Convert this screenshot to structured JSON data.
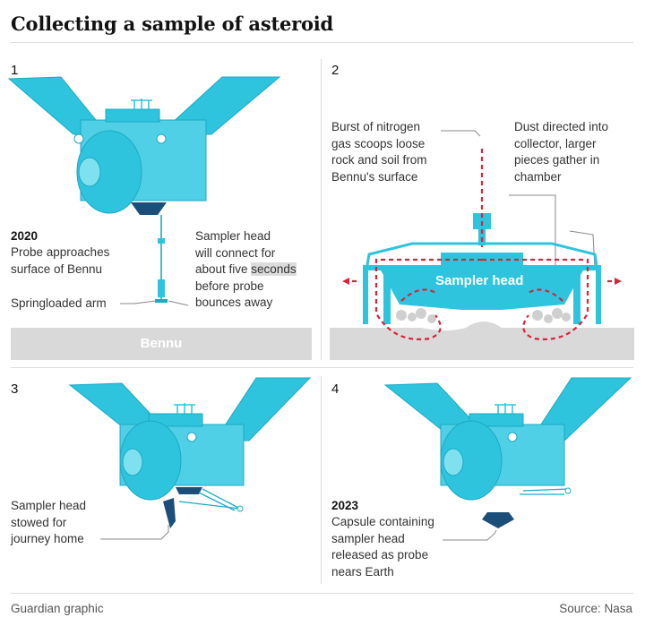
{
  "title": "Collecting a sample of asteroid",
  "panels": {
    "p1": {
      "number": "1",
      "year": "2020",
      "caption": "Probe approaches\nsurface of Bennu",
      "sampler_note_1": "Sampler head\nwill connect for\nabout five ",
      "sampler_note_hl": "seconds",
      "sampler_note_2": "\nbefore probe\nbounces away",
      "arm_label": "Springloaded arm",
      "ground_label": "Bennu"
    },
    "p2": {
      "number": "2",
      "left_note": "Burst of nitrogen\ngas scoops loose\nrock and soil from\nBennu's surface",
      "right_note": "Dust directed into\ncollector, larger\npieces gather in\nchamber",
      "head_label": "Sampler head"
    },
    "p3": {
      "number": "3",
      "caption": "Sampler head\nstowed for\njourney home"
    },
    "p4": {
      "number": "4",
      "year": "2023",
      "caption": "Capsule containing\nsampler head\nreleased as probe\nnears Earth"
    }
  },
  "footer": {
    "credit": "Guardian graphic",
    "source": "Source: Nasa"
  },
  "colors": {
    "cyan": "#2ec4dd",
    "cyan_dark": "#1da9c2",
    "navy": "#1b4f7a",
    "red": "#d9233a",
    "ground": "#d9d9d9"
  }
}
